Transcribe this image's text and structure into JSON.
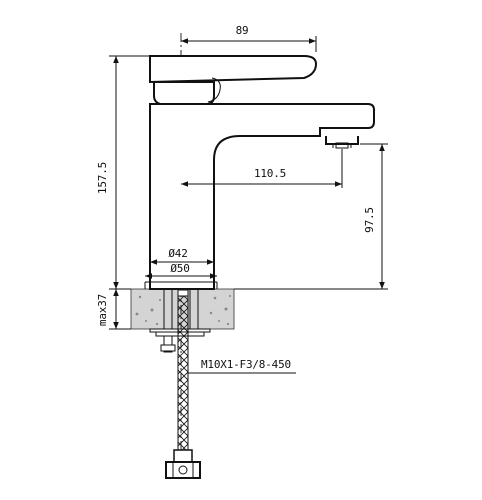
{
  "dimensions": {
    "width_top": "89",
    "height_total": "157.5",
    "spout_reach": "110.5",
    "spout_height": "97.5",
    "base_diameter_inner": "Ø42",
    "base_diameter_outer": "Ø50",
    "max_counter_thickness": "max37",
    "hose_spec": "M10X1-F3/8-450"
  },
  "colors": {
    "line": "#111111",
    "counter_fill": "#d4d4d4"
  }
}
